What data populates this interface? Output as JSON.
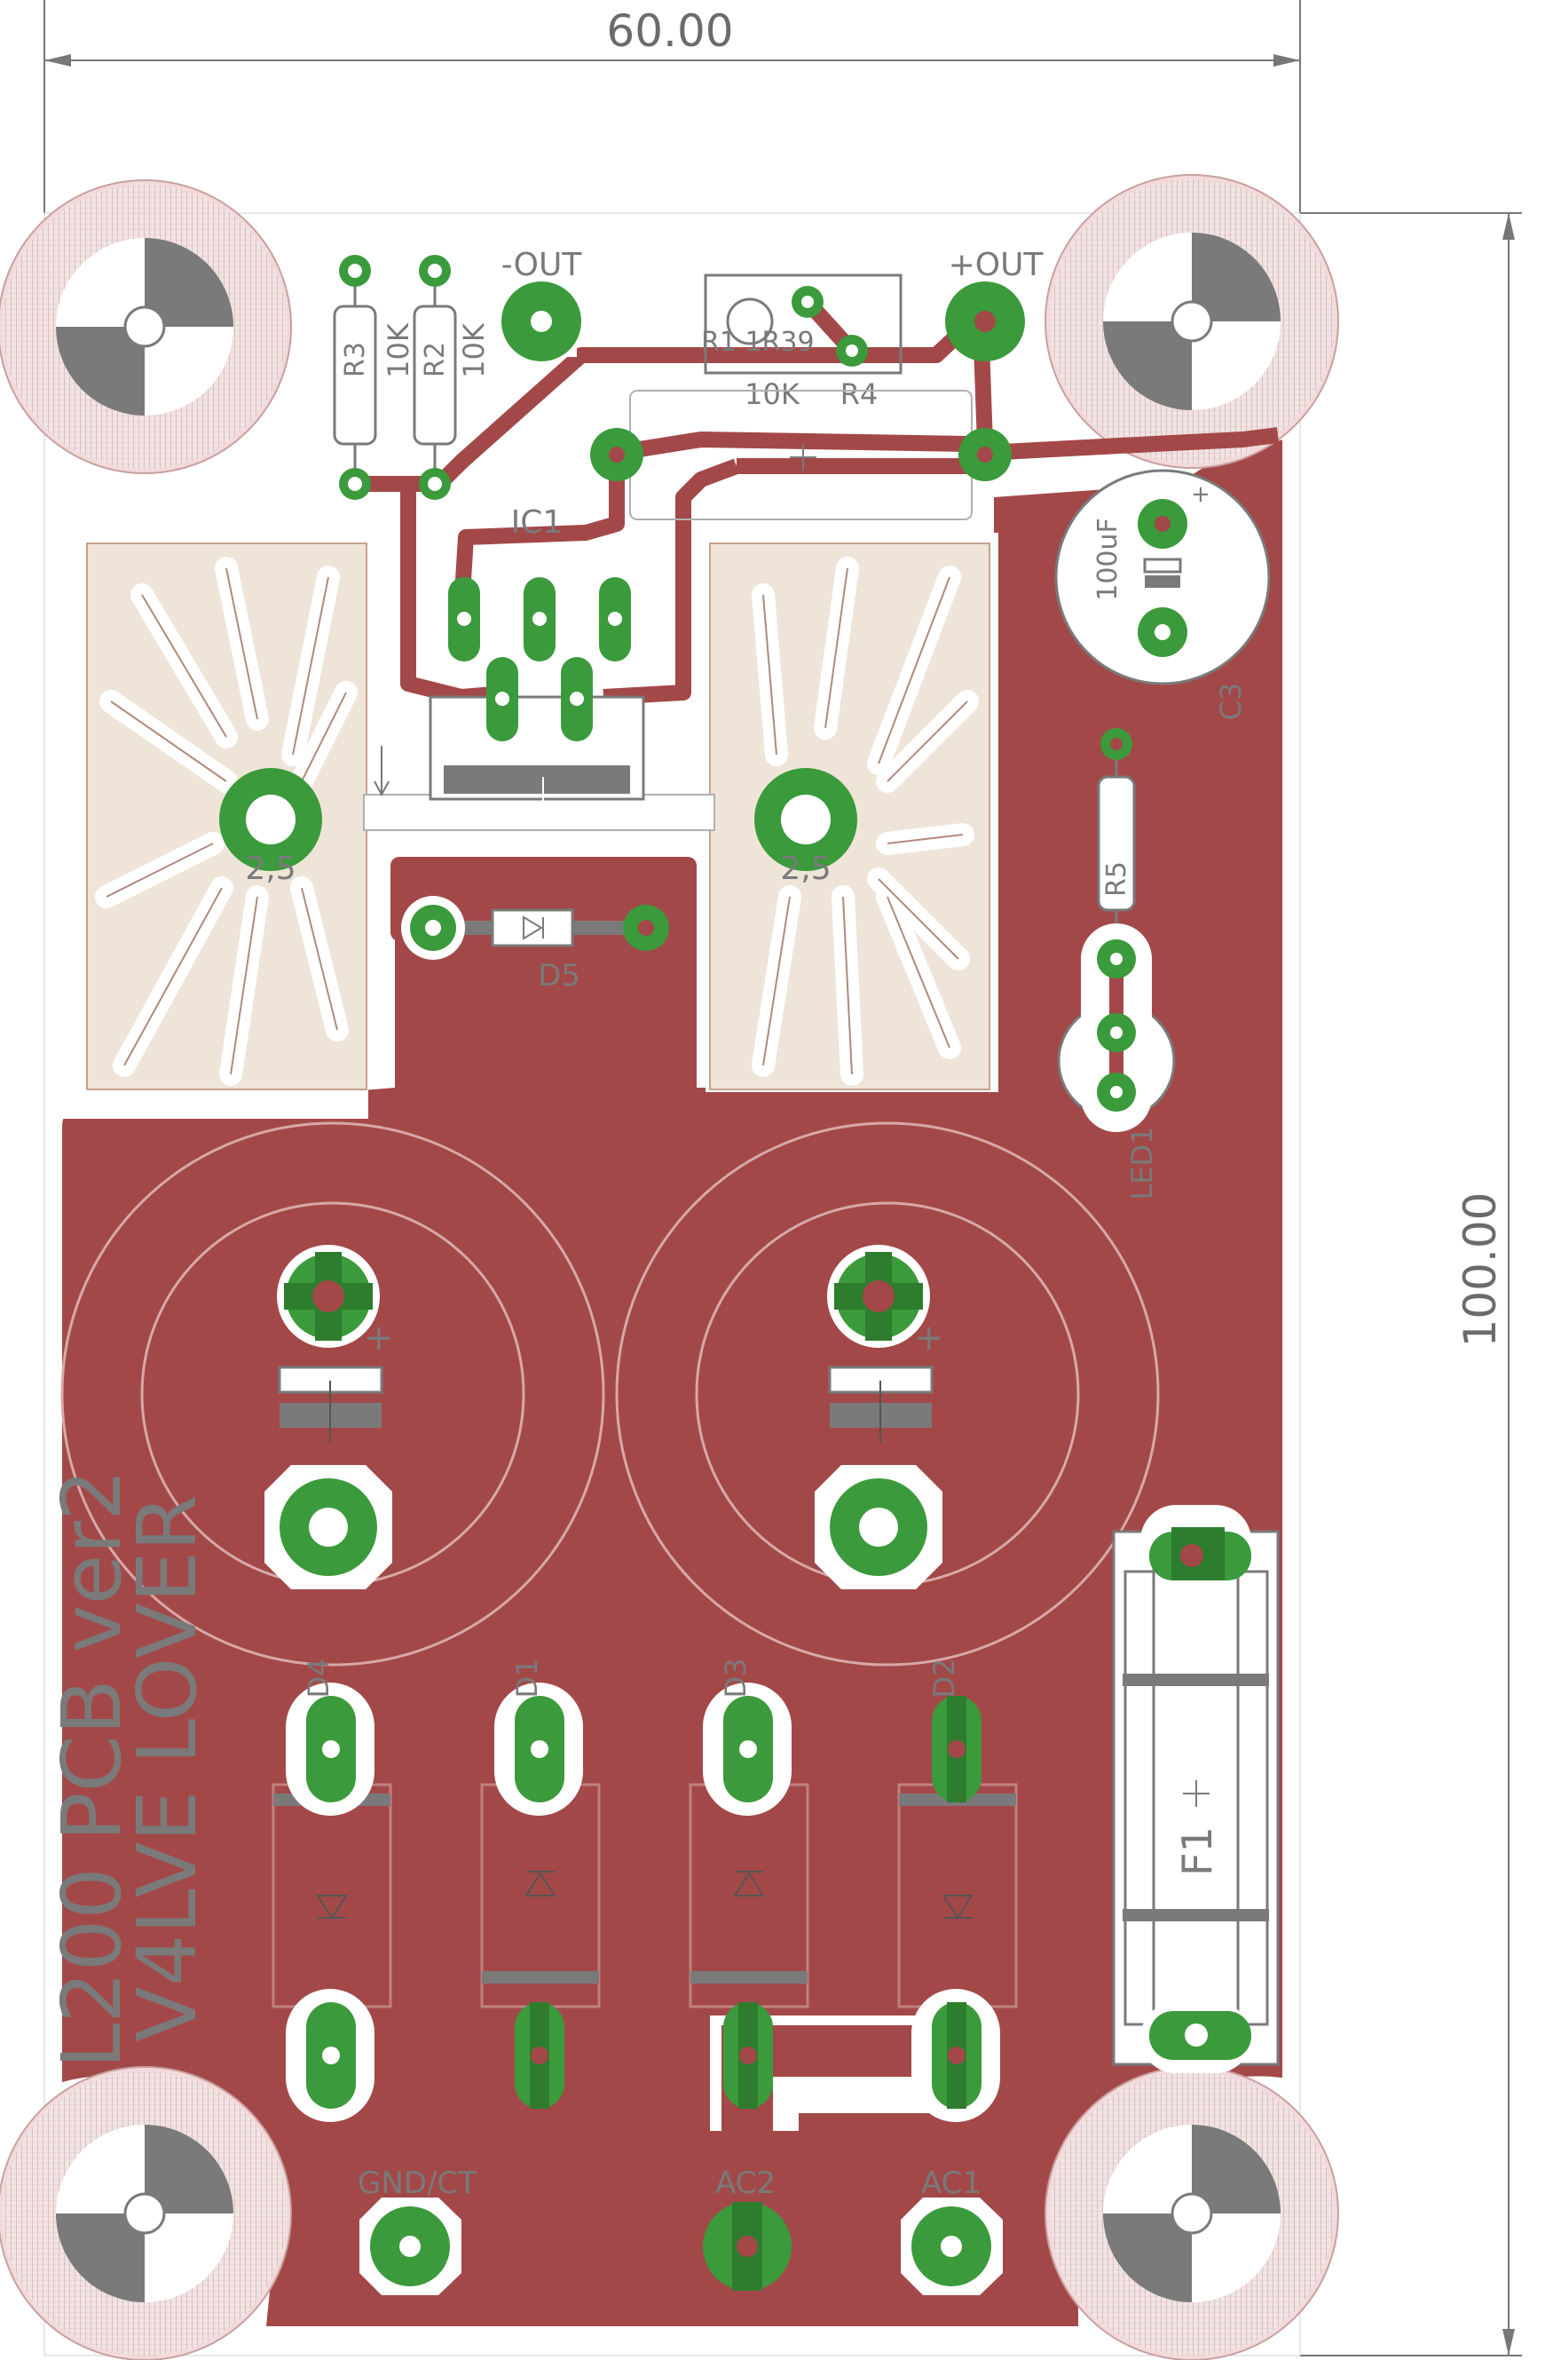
{
  "dimensions": {
    "width_label": "60.00",
    "height_label": "100.00"
  },
  "colors": {
    "copper": "#a34848",
    "pad": "#3b9a3b",
    "pad_dark": "#2e7d2e",
    "silk": "#7a7a7a",
    "hole": "#ffffff",
    "mount_hatch": "#c8a0a0",
    "heatsink": "#efe4d8"
  },
  "branding": {
    "line1": "L200 PCB ver2",
    "line2": "V4LVE LOVER"
  },
  "labels": {
    "out_minus": "-OUT",
    "out_plus": "+OUT",
    "r3_name": "R3",
    "r3_value": "10K",
    "r2_name": "R2",
    "r2_value": "10K",
    "r1_value": "10K",
    "r4_name": "R4",
    "r1_r6_stack": "R1 1R39",
    "ic1": "IC1",
    "c3_value": "100uF",
    "c3_name": "C3",
    "r5_name": "R5",
    "led1": "LED1",
    "d5": "D5",
    "heatsink_left": "2,5",
    "heatsink_right": "2,5",
    "d4": "D4",
    "d1": "D1",
    "d3": "D3",
    "d2": "D2",
    "f1": "F1",
    "gnd_ct": "GND/CT",
    "ac2": "AC2",
    "ac1": "AC1"
  }
}
